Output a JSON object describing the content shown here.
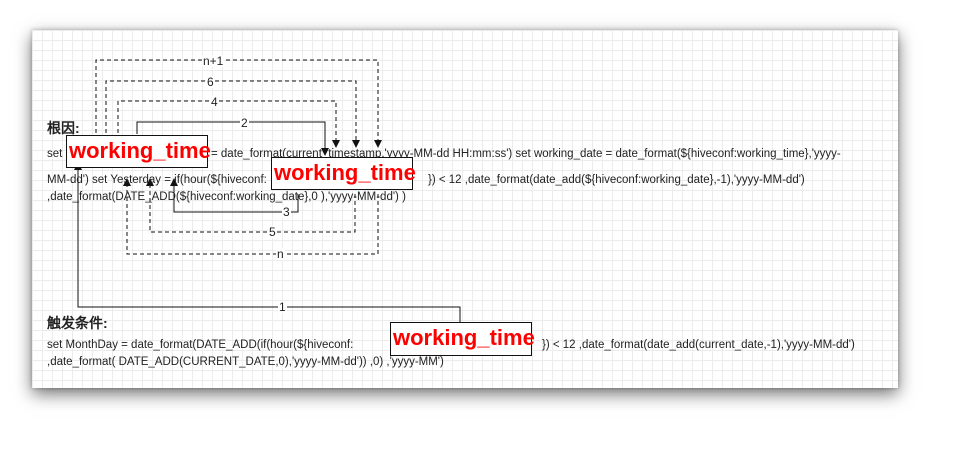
{
  "headings": {
    "root_cause": "根因:",
    "trigger": "触发条件:"
  },
  "root_cause_code": {
    "line1_a": "set",
    "line1_b": "= date_format(current_timestamp,'yyyy-MM-dd HH:mm:ss') set working_date =  date_format(${hiveconf:working_time},'yyyy-",
    "line2_a": "MM-dd') set Yesterday = if(hour(${hiveconf:",
    "line2_b": "}) < 12 ,date_format(date_add(${hiveconf:working_date},-1),'yyyy-MM-dd')",
    "line3": ",date_format(DATE_ADD(${hiveconf:working_date},0 ),'yyyy-MM-dd') )"
  },
  "trigger_code": {
    "line1_a": "set MonthDay = date_format(DATE_ADD(if(hour(${hiveconf:",
    "line1_b": "}) < 12 ,date_format(date_add(current_date,-1),'yyyy-MM-dd')",
    "line2": ",date_format( DATE_ADD(CURRENT_DATE,0),'yyyy-MM-dd')) ,0) ,'yyyy-MM')"
  },
  "highlight_boxes": {
    "box1": "working_time",
    "box2": "working_time",
    "box3": "working_time"
  },
  "edge_labels": {
    "n_plus_1": "n+1",
    "six": "6",
    "four": "4",
    "two": "2",
    "three": "3",
    "five": "5",
    "n": "n",
    "one": "1"
  },
  "colors": {
    "highlight_text": "#ff0000",
    "line": "#111111"
  }
}
